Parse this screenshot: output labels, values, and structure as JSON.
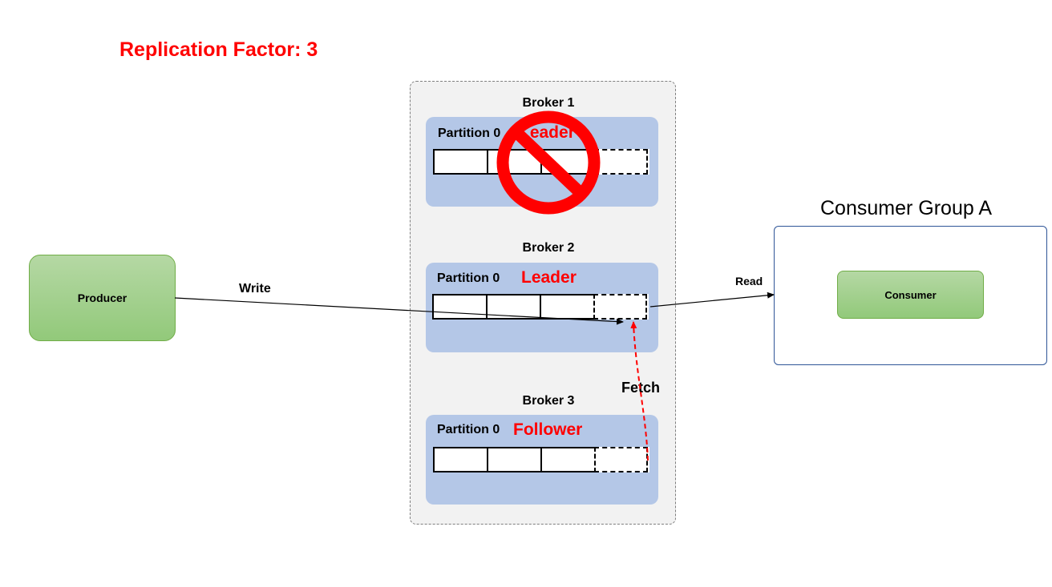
{
  "title": "Replication Factor: 3",
  "colors": {
    "accent_red": "#ff0000",
    "partition_blue": "#b4c7e7",
    "node_green": "#a9d18e",
    "cluster_gray": "#f2f2f2",
    "group_border": "#2f5597"
  },
  "brokers": [
    {
      "name": "Broker 1",
      "partition": "Partition 0",
      "role": "Leader",
      "status": "prohibited"
    },
    {
      "name": "Broker 2",
      "partition": "Partition 0",
      "role": "Leader"
    },
    {
      "name": "Broker 3",
      "partition": "Partition 0",
      "role": "Follower"
    }
  ],
  "producer": {
    "label": "Producer"
  },
  "consumer_group": {
    "title": "Consumer Group A",
    "consumer": "Consumer"
  },
  "edges": {
    "write": "Write",
    "read": "Read",
    "fetch": "Fetch"
  },
  "icons": {
    "prohibited": "no-entry-icon"
  }
}
